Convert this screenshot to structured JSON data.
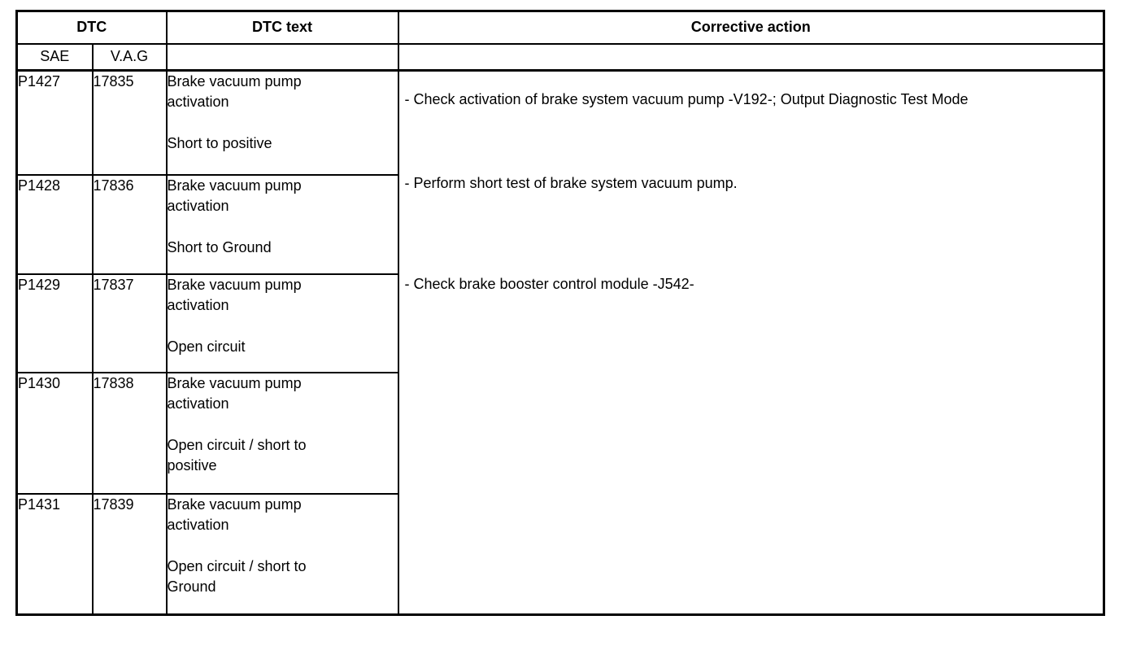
{
  "page": {
    "background_color": "#ffffff",
    "border_color": "#000000"
  },
  "table": {
    "header": {
      "dtc": "DTC",
      "dtc_text": "DTC text",
      "corrective_action": "Corrective action"
    },
    "subheader": {
      "sae": "SAE",
      "vag": "V.A.G"
    },
    "rows": [
      {
        "sae": "P1427",
        "vag": "17835",
        "description": "Brake vacuum pump activation",
        "fault": "Short to positive"
      },
      {
        "sae": "P1428",
        "vag": "17836",
        "description": "Brake vacuum pump activation",
        "fault": "Short to Ground"
      },
      {
        "sae": "P1429",
        "vag": "17837",
        "description": "Brake vacuum pump activation",
        "fault": "Open circuit"
      },
      {
        "sae": "P1430",
        "vag": "17838",
        "description": "Brake vacuum pump activation",
        "fault": "Open circuit / short to positive"
      },
      {
        "sae": "P1431",
        "vag": "17839",
        "description": "Brake vacuum pump activation",
        "fault": "Open circuit / short to Ground"
      }
    ],
    "corrective_actions": [
      "- Check activation of brake system vacuum pump -V192-; Output Diagnostic Test Mode",
      "- Perform short test of brake system vacuum pump.",
      "- Check brake booster control module -J542-"
    ]
  }
}
